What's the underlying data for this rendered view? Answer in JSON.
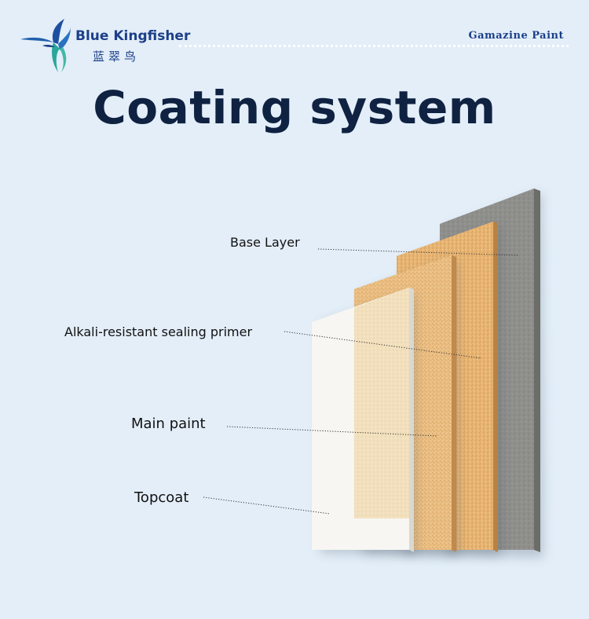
{
  "brand": {
    "name_en": "Blue Kingfisher",
    "name_zh": "蓝翠鸟",
    "logo_icon": "kingfisher-bird-icon"
  },
  "tagline": "Gamazine  Paint",
  "title": "Coating system",
  "layers": [
    {
      "label": "Base Layer",
      "color": "#8f8f8c"
    },
    {
      "label": "Alkali-resistant sealing primer",
      "color": "#e4ab6b"
    },
    {
      "label": "Main paint",
      "color": "#edbd7f"
    },
    {
      "label": "Topcoat",
      "color": "#f6f5f1"
    }
  ],
  "colors": {
    "background": "#e3eef8",
    "brand_blue": "#1c3f8a",
    "title": "#0f2242"
  }
}
